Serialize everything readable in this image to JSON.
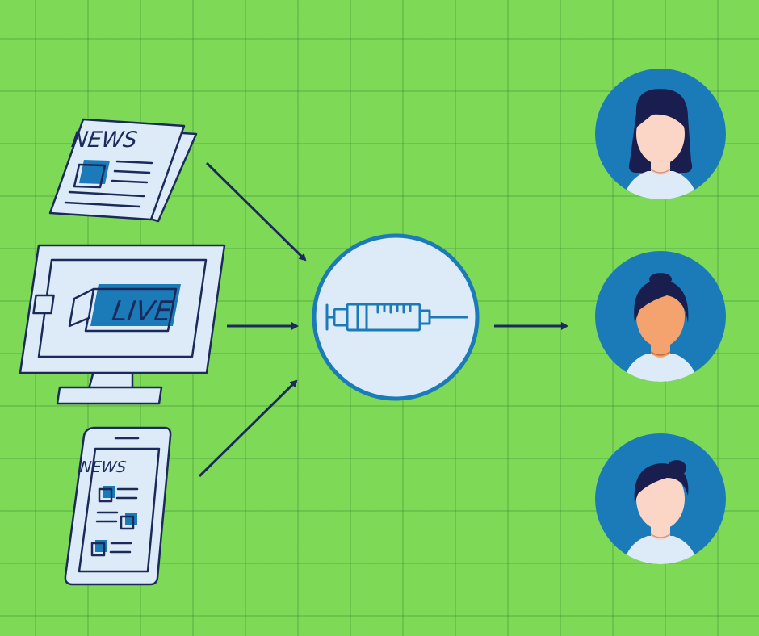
{
  "sources": {
    "newspaper": {
      "label": "NEWS"
    },
    "tv": {
      "label": "LIVE"
    },
    "phone": {
      "label": "NEWS"
    }
  },
  "colors": {
    "background": "#7ed957",
    "grid": "#4fb33f",
    "outline": "#1b2a5a",
    "paper": "#dcebf7",
    "accent": "#1a7bb8",
    "skin_light": "#fbd6c6",
    "skin_tan": "#f5a36e",
    "hair": "#1a1e4f",
    "shirt": "#dcebf7"
  },
  "icons": {
    "center": "syringe-icon",
    "people": [
      "person-avatar-icon",
      "person-avatar-icon",
      "person-avatar-icon"
    ]
  }
}
